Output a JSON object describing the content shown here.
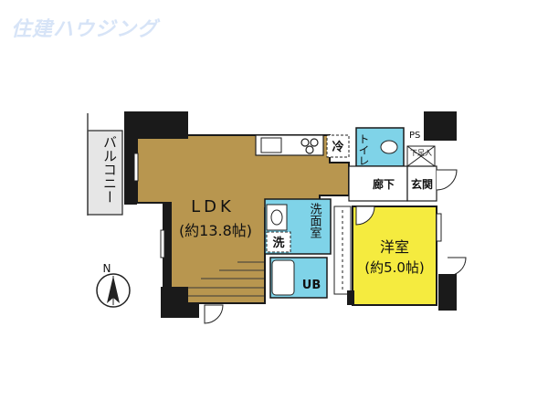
{
  "watermark": "住建ハウジング",
  "rooms": {
    "ldk": {
      "name": "LDK",
      "size": "(約13.8帖)"
    },
    "western": {
      "name": "洋室",
      "size": "(約5.0帖)"
    },
    "balcony": "バルコニー",
    "washroom": "洗面室",
    "unit_bath": "UB",
    "toilet": "トイレ",
    "corridor": "廊下",
    "entrance": "玄関"
  },
  "symbols": {
    "refrigerator": "冷",
    "washer": "洗",
    "pipe_space": "PS",
    "shoe_box": "下足入"
  },
  "compass": "N",
  "colors": {
    "ldk": "#b8964f",
    "western": "#f5eb3f",
    "wet_area": "#7fd3e8",
    "wall": "#1a1a1a",
    "balcony": "#e6e6e6",
    "watermark": "#d7e4f7"
  }
}
